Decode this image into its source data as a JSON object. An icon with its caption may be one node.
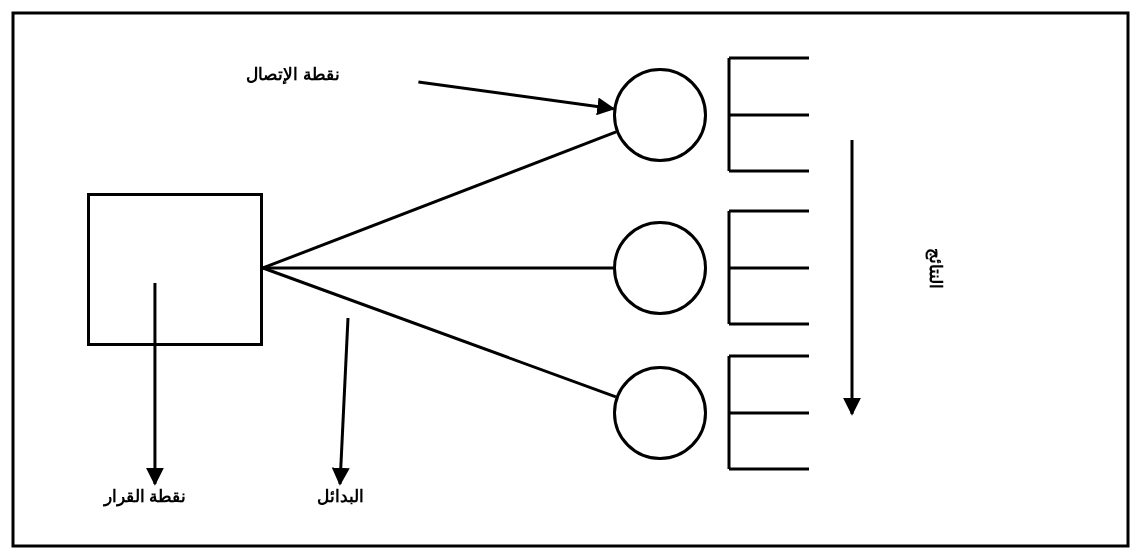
{
  "diagram": {
    "nodes": [
      {
        "text": [
          "نقطة الإتصال"
        ]
      },
      {
        "text": [],
        "shape": "box"
      },
      {
        "text": [],
        "shape": "circle"
      },
      {
        "text": [],
        "shape": "circle"
      },
      {
        "text": [],
        "shape": "circle"
      },
      {
        "text": [
          "نقطة القرار"
        ]
      },
      {
        "text": [
          "البدائل"
        ]
      }
    ],
    "edges": [
      {
        "from": 0,
        "to": 2,
        "arrow": "to"
      },
      {
        "from": 1,
        "to": 2,
        "arrow": "none"
      },
      {
        "from": 1,
        "to": 3,
        "arrow": "none"
      },
      {
        "from": 1,
        "to": 4,
        "arrow": "none"
      },
      {
        "from": 1,
        "to": 5,
        "arrow": "to"
      },
      {
        "from": null,
        "to": 6,
        "arrow": "to"
      }
    ],
    "labels": [
      "النتائج"
    ]
  }
}
